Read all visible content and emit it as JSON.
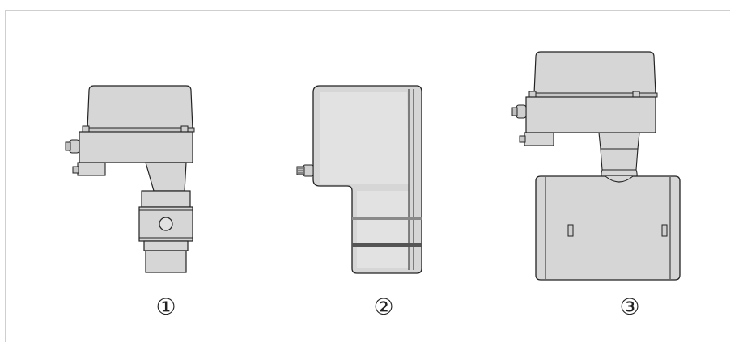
{
  "figures": [
    {
      "label": "①"
    },
    {
      "label": "②"
    },
    {
      "label": "③"
    }
  ],
  "colors": {
    "body_fill": "#d6d6d6",
    "body_light": "#e2e2e2",
    "stroke": "#222222",
    "band_dark": "#555555",
    "band_mid": "#8a8a8a"
  }
}
